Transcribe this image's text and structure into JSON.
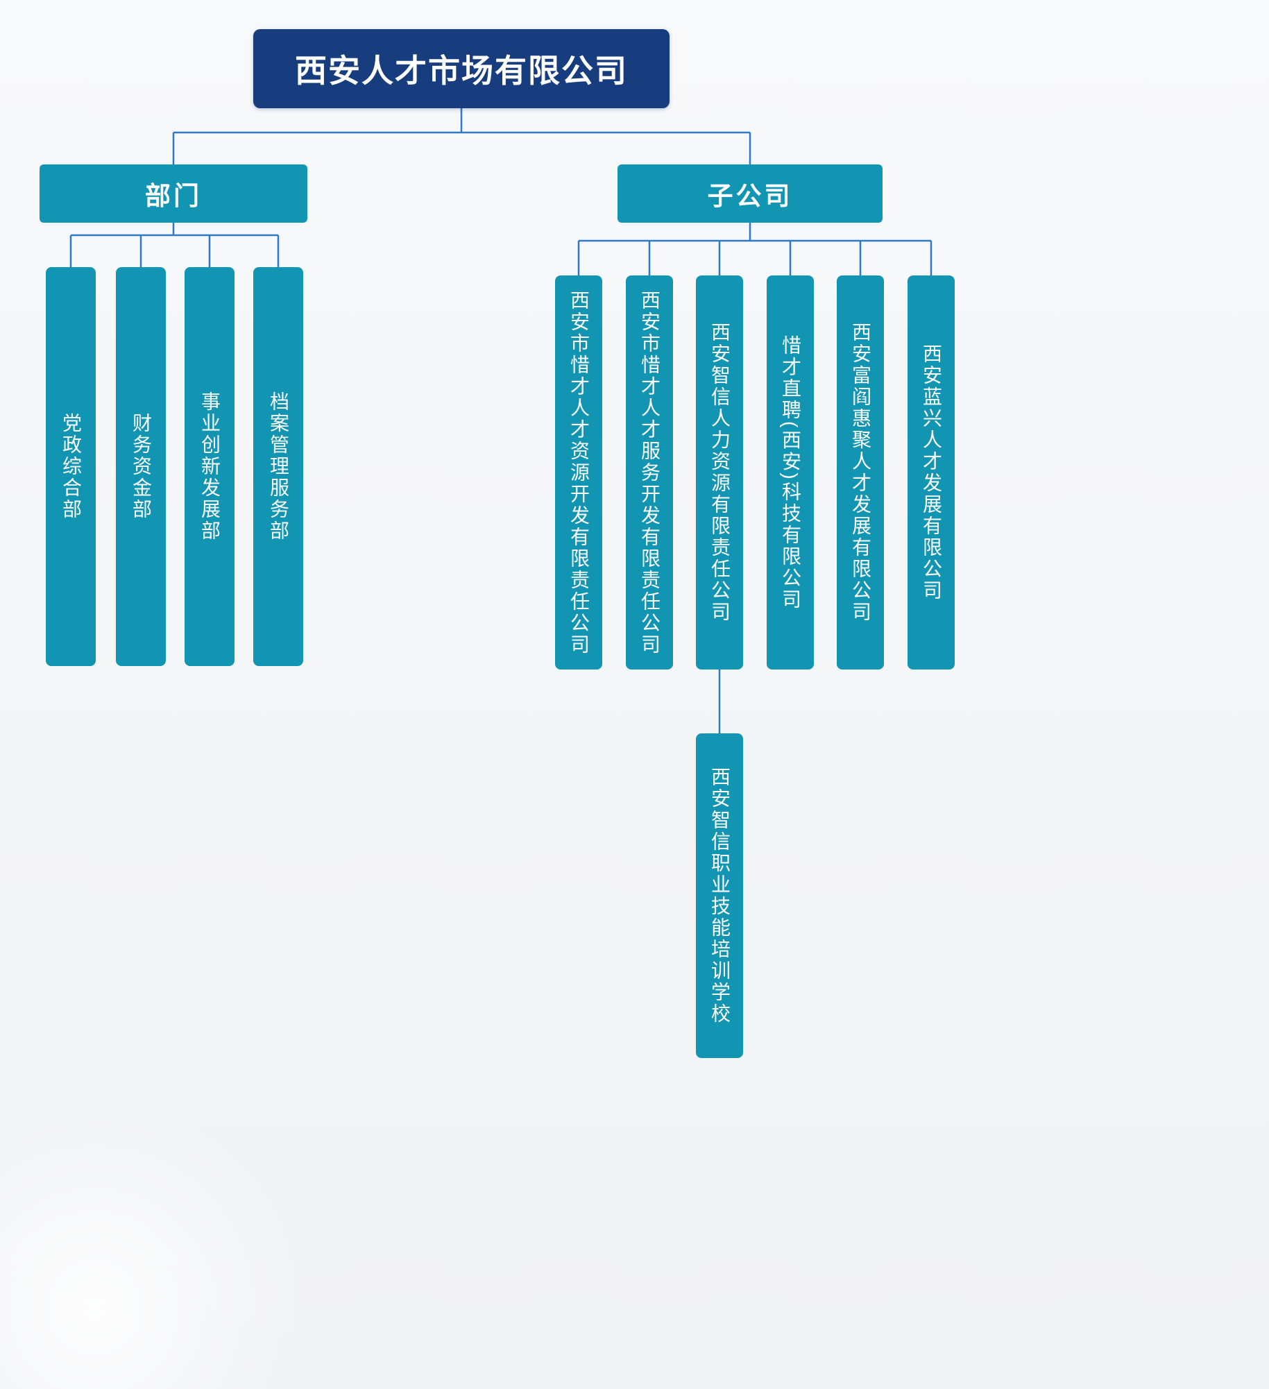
{
  "org": {
    "colors": {
      "root_bg": "#173d7e",
      "node_bg": "#1295b2",
      "connector": "#2f7ac5",
      "text": "#ffffff"
    },
    "root": {
      "label": "西安人才市场有限公司"
    },
    "departments": {
      "label": "部门",
      "items": [
        {
          "label": "党政综合部"
        },
        {
          "label": "财务资金部"
        },
        {
          "label": "事业创新发展部"
        },
        {
          "label": "档案管理服务部"
        }
      ]
    },
    "subsidiaries": {
      "label": "子公司",
      "items": [
        {
          "label": "西安市惜才人才资源开发有限责任公司"
        },
        {
          "label": "西安市惜才人才服务开发有限责任公司"
        },
        {
          "label": "西安智信人力资源有限责任公司",
          "children": [
            {
              "label": "西安智信职业技能培训学校"
            }
          ]
        },
        {
          "label": "惜才直聘(西安)科技有限公司"
        },
        {
          "label": "西安富阎惠聚人才发展有限公司"
        },
        {
          "label": "西安蓝兴人才发展有限公司"
        }
      ]
    }
  }
}
